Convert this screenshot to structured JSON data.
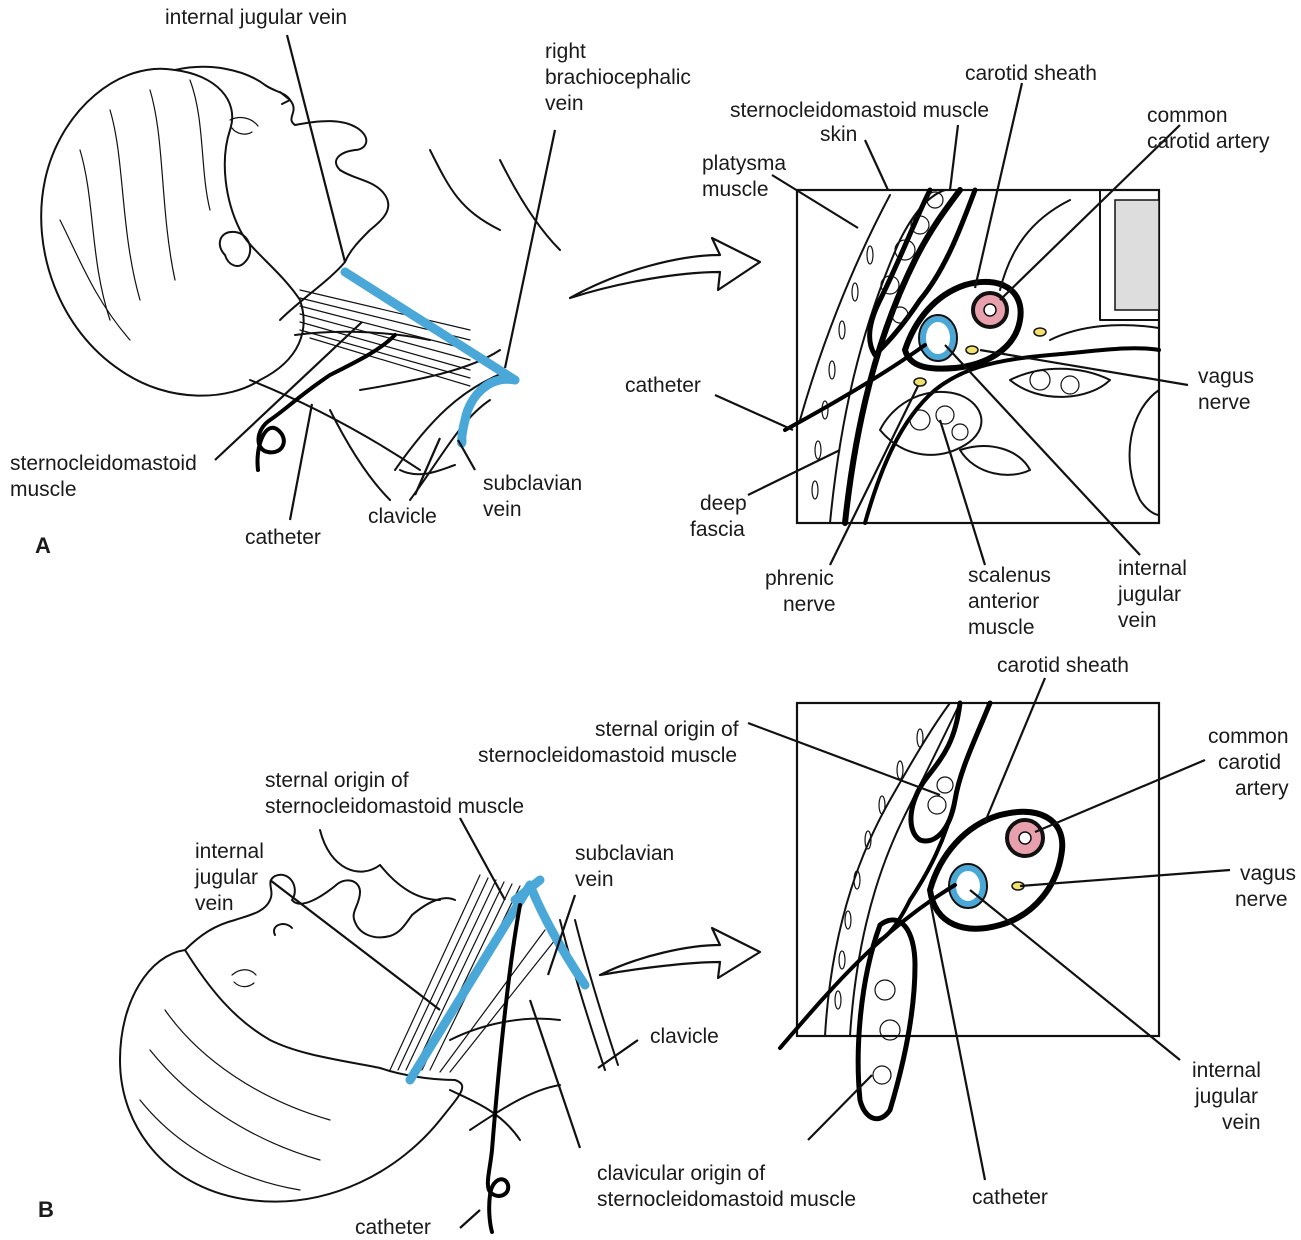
{
  "panel_a": {
    "letter": "A",
    "labels": {
      "internal_jugular_vein": "internal jugular vein",
      "right_brachiocephalic_vein": [
        "right",
        "brachiocephalic",
        "vein"
      ],
      "sternocleidomastoid_muscle": [
        "sternocleidomastoid",
        "muscle"
      ],
      "catheter": "catheter",
      "clavicle": "clavicle",
      "subclavian_vein": [
        "subclavian",
        "vein"
      ]
    }
  },
  "panel_a_section": {
    "labels": {
      "carotid_sheath": "carotid sheath",
      "sternocleidomastoid_muscle": "sternocleidomastoid muscle",
      "skin": "skin",
      "common_carotid_artery": [
        "common",
        "carotid artery"
      ],
      "platysma_muscle": [
        "platysma",
        "muscle"
      ],
      "catheter": "catheter",
      "vagus_nerve": [
        "vagus",
        "nerve"
      ],
      "deep_fascia": [
        "deep",
        "fascia"
      ],
      "phrenic_nerve": [
        "phrenic",
        "nerve"
      ],
      "scalenus_anterior_muscle": [
        "scalenus",
        "anterior",
        "muscle"
      ],
      "internal_jugular_vein": [
        "internal",
        "jugular",
        "vein"
      ]
    }
  },
  "panel_b": {
    "letter": "B",
    "labels": {
      "sternal_origin": [
        "sternal origin of",
        "sternocleidomastoid muscle"
      ],
      "internal_jugular_vein": [
        "internal",
        "jugular",
        "vein"
      ],
      "subclavian_vein": [
        "subclavian",
        "vein"
      ],
      "clavicle": "clavicle",
      "clavicular_origin": [
        "clavicular origin of",
        "sternocleidomastoid muscle"
      ],
      "catheter": "catheter"
    }
  },
  "panel_b_section": {
    "labels": {
      "carotid_sheath": "carotid sheath",
      "sternal_origin": [
        "sternal origin of",
        "sternocleidomastoid muscle"
      ],
      "common_carotid_artery": [
        "common",
        "carotid",
        "artery"
      ],
      "vagus_nerve": [
        "vagus",
        "nerve"
      ],
      "internal_jugular_vein": [
        "internal",
        "jugular",
        "vein"
      ],
      "catheter": "catheter"
    }
  },
  "colors": {
    "vein": "#4aa8d8",
    "artery": "#e8a0ac",
    "nerve": "#f2e26a",
    "outline": "#111111"
  }
}
